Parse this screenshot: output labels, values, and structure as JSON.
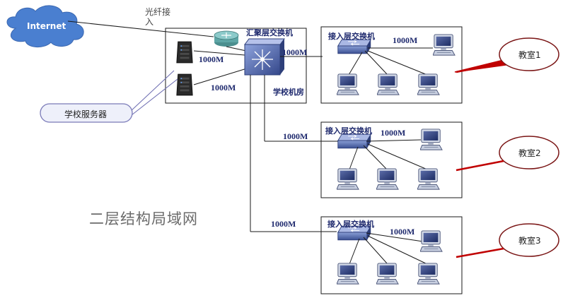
{
  "title": "二层结构局域网",
  "cloud": {
    "label": "Internet"
  },
  "fiber_label": "光纤接入",
  "core": {
    "label": "汇聚层交换机",
    "room": "学校机房"
  },
  "server_callout": {
    "label": "学校服务器"
  },
  "uplinks": {
    "server1": "1000M",
    "server2": "1000M",
    "core_right": "1000M",
    "to_room2": "1000M",
    "to_room3": "1000M"
  },
  "rooms": [
    {
      "switch_label": "接入层交换机",
      "speed": "1000M",
      "callout": "教室1"
    },
    {
      "switch_label": "接入层交换机",
      "speed": "1000M",
      "callout": "教室2"
    },
    {
      "switch_label": "接入层交换机",
      "speed": "1000M",
      "callout": "教室3"
    }
  ],
  "colors": {
    "cloud": "#4a7fd0",
    "line_dark": "#1a1a1a",
    "line_red": "#c00000",
    "device": "#3b4f8f",
    "callout_border": "#7a1515",
    "label_text": "#1f2a6e"
  }
}
